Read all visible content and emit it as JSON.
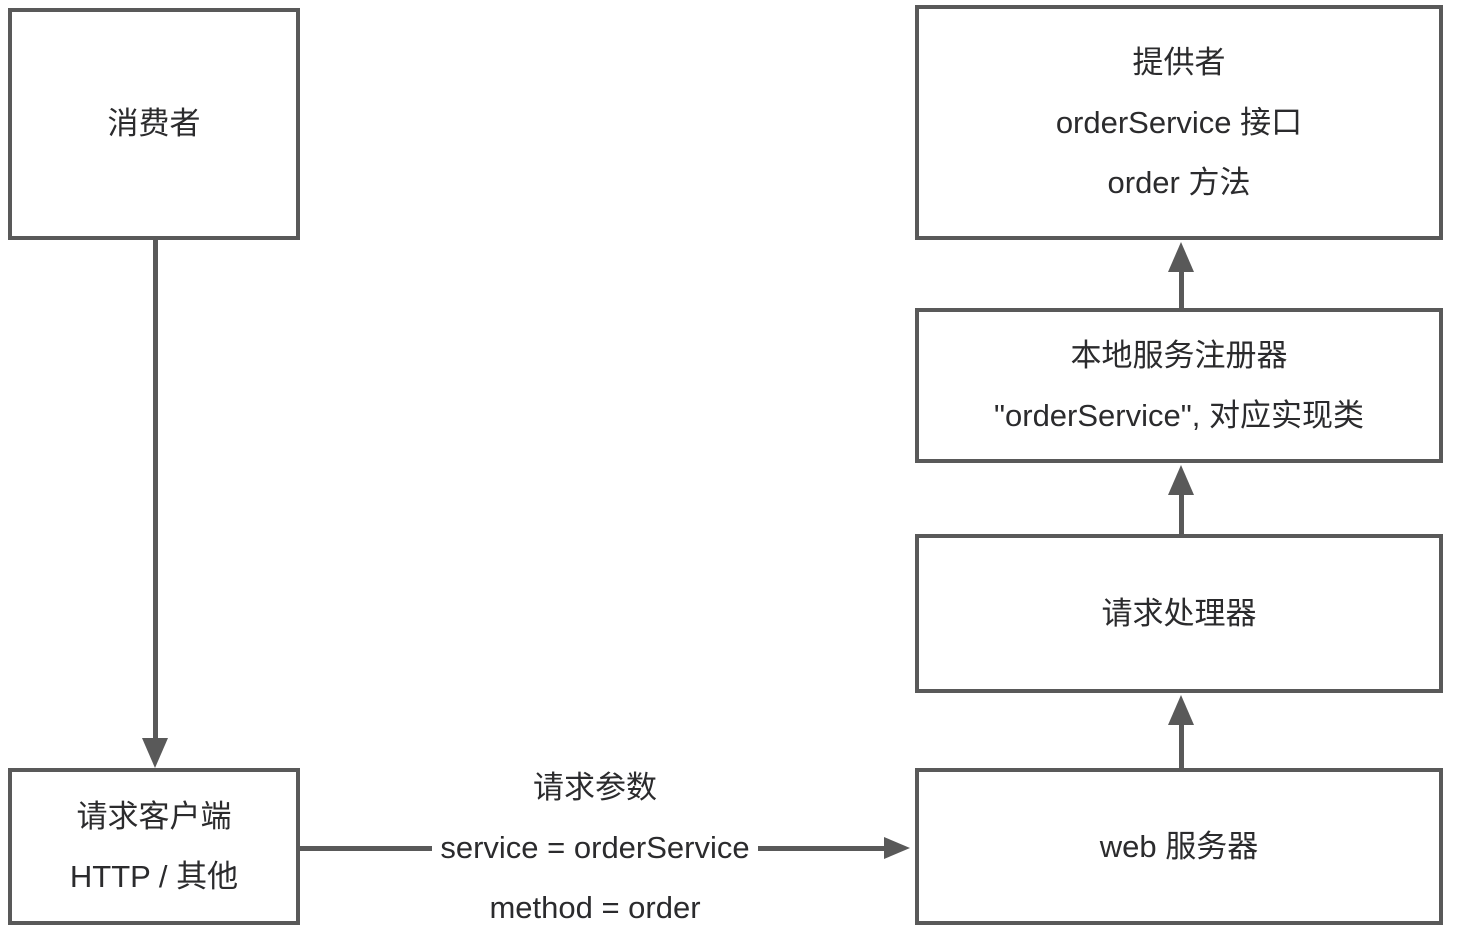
{
  "diagram": {
    "nodes": {
      "consumer": {
        "lines": [
          "消费者"
        ]
      },
      "request_client": {
        "lines": [
          "请求客户端",
          "HTTP / 其他"
        ]
      },
      "provider": {
        "lines": [
          "提供者",
          "orderService 接口",
          "order 方法"
        ]
      },
      "local_registry": {
        "lines": [
          "本地服务注册器",
          "\"orderService\", 对应实现类"
        ]
      },
      "request_handler": {
        "lines": [
          "请求处理器"
        ]
      },
      "web_server": {
        "lines": [
          "web 服务器"
        ]
      }
    },
    "edge_label": {
      "title": "请求参数",
      "param_service": "service = orderService",
      "param_method": "method = order"
    },
    "colors": {
      "border": "#595959",
      "arrow": "#595959",
      "text": "#2b2b2d",
      "background": "#ffffff"
    }
  }
}
